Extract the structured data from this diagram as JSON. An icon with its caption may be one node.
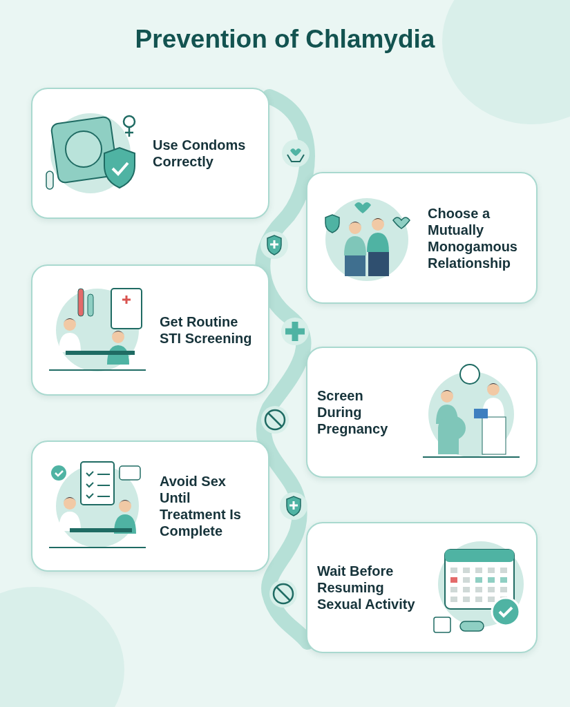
{
  "diagram": {
    "title": "Prevention of Chlamydia",
    "nodes": [
      {
        "text": [
          "Use Condoms Correctly"
        ]
      },
      {
        "text": [
          "Choose a Mutually Monogamous Relationship"
        ]
      },
      {
        "text": [
          "Get Routine STI Screening"
        ]
      },
      {
        "text": [
          "Screen During Pregnancy"
        ]
      },
      {
        "text": [
          "Avoid Sex Until Treatment Is Complete"
        ]
      },
      {
        "text": [
          "Wait Before Resuming Sexual Activity"
        ]
      }
    ]
  }
}
